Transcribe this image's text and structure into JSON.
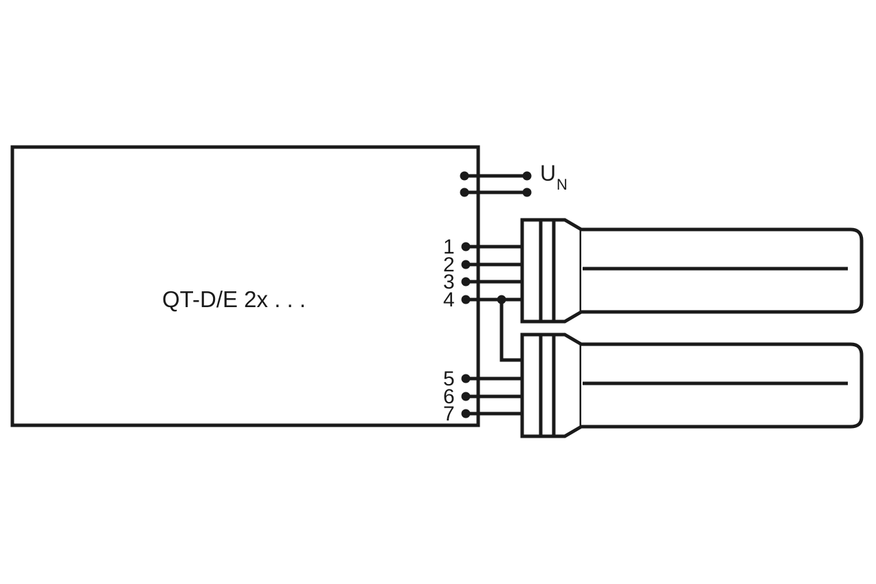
{
  "diagram": {
    "ballast_label": "QT-D/E 2x . . .",
    "supply_label": "U",
    "supply_subscript": "N",
    "terminals": [
      "1",
      "2",
      "3",
      "4",
      "5",
      "6",
      "7"
    ],
    "stroke_color": "#1a1a1a",
    "background_color": "#ffffff"
  }
}
